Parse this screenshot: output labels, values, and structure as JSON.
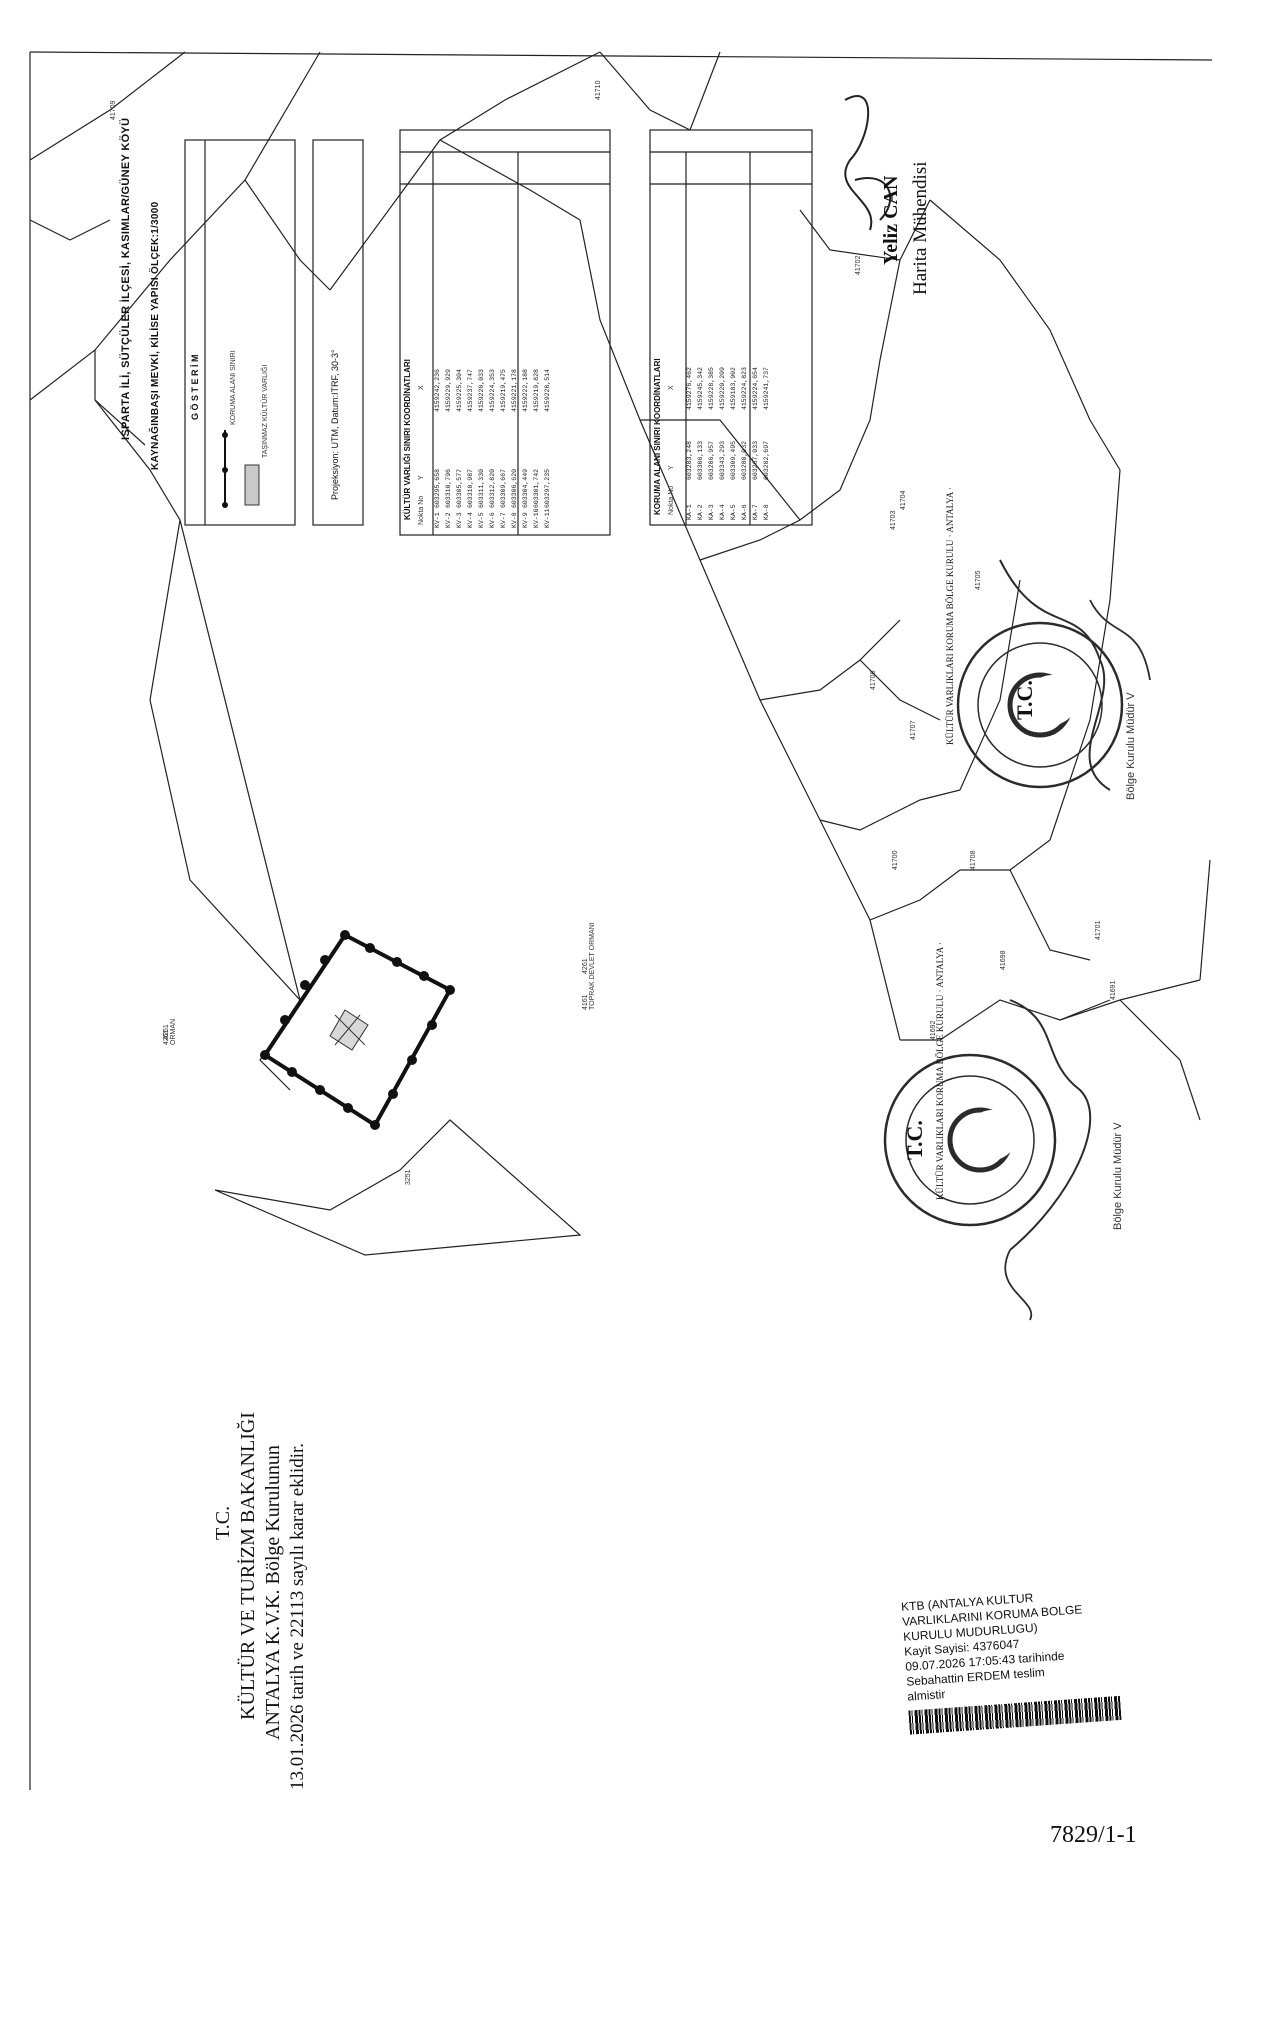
{
  "map_title": "ISPARTA İLİ, SÜTÇÜLER İLÇESİ, KASIMLAR/GÜNEY KÖYÜ",
  "map_subtitle": "KAYNAĞINBAŞI MEVKİ, KİLİSE YAPISI   ÖLÇEK:1/3000",
  "legend": {
    "title": "G Ö S T E R İ M",
    "items": [
      "KORUMA ALANI SINIRI",
      "TAŞINMAZ KÜLTÜR VARLIĞI"
    ]
  },
  "projection": "Projeksiyon: UTM, Datum:ITRF, 30-3°",
  "culture_table": {
    "title": "KÜLTÜR VARLIĞI SINIRI KOORDİNATLARI",
    "columns": [
      "Nokta No",
      "Y",
      "X"
    ],
    "rows": [
      [
        "KV-1",
        "603295,658",
        "4159242,236"
      ],
      [
        "KV-2",
        "603310,796",
        "4159229,929"
      ],
      [
        "KV-3",
        "603305,577",
        "4159225,304"
      ],
      [
        "KV-4",
        "603310,987",
        "4159237,747"
      ],
      [
        "KV-5",
        "603311,330",
        "4159220,033"
      ],
      [
        "KV-6",
        "603312,820",
        "4159224,353"
      ],
      [
        "KV-7",
        "603309,667",
        "4159219,475"
      ],
      [
        "KV-8",
        "603306,620",
        "4159221,178"
      ],
      [
        "KV-9",
        "603304,449",
        "4159222,188"
      ],
      [
        "KV-10",
        "603301,742",
        "4159219,828"
      ],
      [
        "KV-11",
        "603297,235",
        "4159228,514"
      ]
    ]
  },
  "protection_table": {
    "title": "KORUMA ALANI SINIRI KOORDİNATLARI",
    "columns": [
      "Nokta No",
      "Y",
      "X"
    ],
    "rows": [
      [
        "KA-1",
        "603283,248",
        "4159276,462"
      ],
      [
        "KA-2",
        "603306,133",
        "4159245,342"
      ],
      [
        "KA-3",
        "603286,957",
        "4159228,385"
      ],
      [
        "KA-4",
        "603343,293",
        "4159220,209"
      ],
      [
        "KA-5",
        "603309,495",
        "4159183,902"
      ],
      [
        "KA-6",
        "603280,032",
        "4159224,823"
      ],
      [
        "KA-7",
        "603267,033",
        "4159224,654"
      ],
      [
        "KA-8",
        "603282,697",
        "4159241,737"
      ]
    ]
  },
  "parcels": [
    "41709",
    "41710",
    "4261",
    "41702",
    "41703",
    "41704",
    "41705",
    "41706",
    "41707",
    "41708",
    "41700",
    "41701",
    "41691",
    "41692",
    "4161",
    "3251",
    "41698"
  ],
  "forest_label_1": "4261\nORMAN",
  "forest_label_2": "4261\nTOPRAK DEVLET ORMANI",
  "signature_name": "Yeliz CAN",
  "signature_title": "Harita Mühendisi",
  "stamp1_caption": "Bölge Kurulu Müdür V",
  "stamp2_caption": "Bölge Kurulu Müdür V",
  "stamp_ring": "KÜLTÜR VARLIKLARI KORUMA BÖLGE KURULU · ANTALYA ·",
  "stamp_center": "T.C.",
  "decision": {
    "line1": "T.C.",
    "line2": "KÜLTÜR VE TURİZM BAKANLIĞI",
    "line3": "ANTALYA K.V.K. Bölge Kurulunun",
    "line4": "13.01.2026 tarih ve 22113 sayılı karar eklidir."
  },
  "receipt": {
    "line1": "KTB (ANTALYA KULTUR",
    "line2": "VARLIKLARINI KORUMA BOLGE",
    "line3": "KURULU MUDURLUGU)",
    "line4": "Kayit Sayisi: 4376047",
    "line5": "09.07.2026 17:05:43 tarihinde",
    "line6": "Sebahattin ERDEM teslim",
    "line7": "almistir"
  },
  "page_number": "7829/1-1"
}
